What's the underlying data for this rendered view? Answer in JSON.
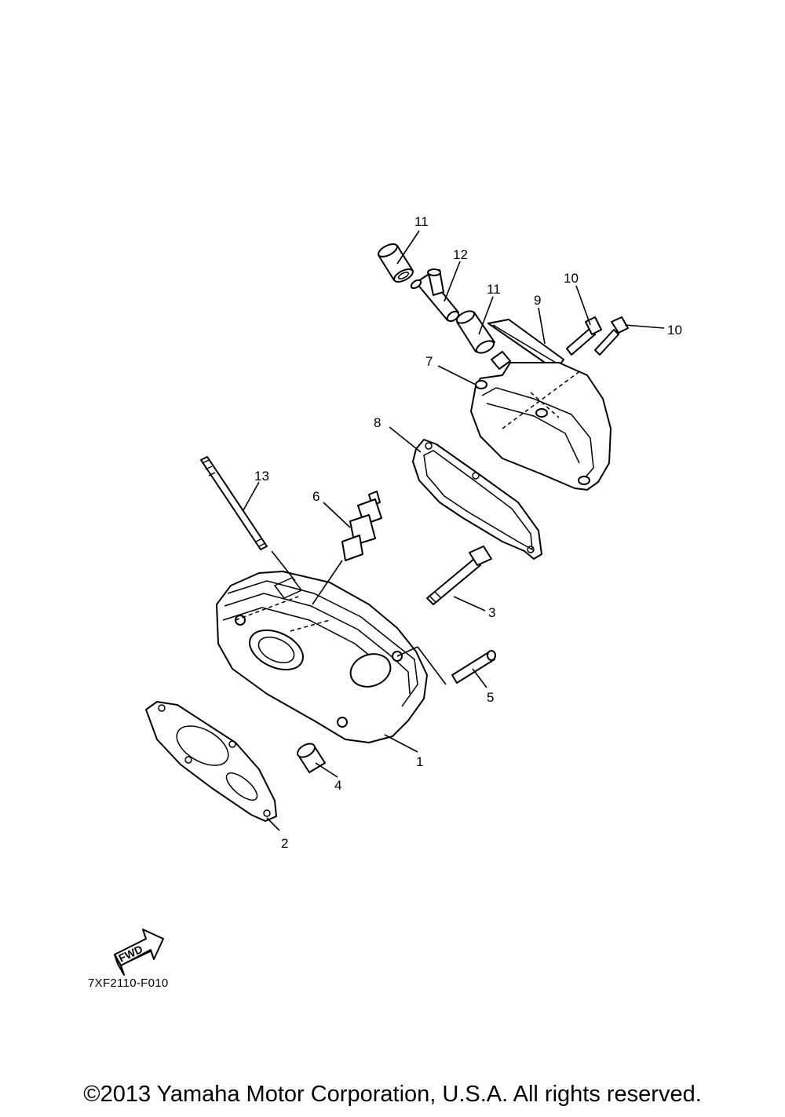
{
  "diagram": {
    "callouts": [
      {
        "id": "1",
        "label": "1"
      },
      {
        "id": "2",
        "label": "2"
      },
      {
        "id": "3",
        "label": "3"
      },
      {
        "id": "4",
        "label": "4"
      },
      {
        "id": "5",
        "label": "5"
      },
      {
        "id": "6",
        "label": "6"
      },
      {
        "id": "7",
        "label": "7"
      },
      {
        "id": "8",
        "label": "8"
      },
      {
        "id": "9",
        "label": "9"
      },
      {
        "id": "10a",
        "label": "10"
      },
      {
        "id": "10b",
        "label": "10"
      },
      {
        "id": "11a",
        "label": "11"
      },
      {
        "id": "11b",
        "label": "11"
      },
      {
        "id": "12",
        "label": "12"
      },
      {
        "id": "13",
        "label": "13"
      }
    ],
    "fwd_label": "FWD",
    "code": "7XF2110-F010"
  },
  "footer": {
    "copyright": "©2013 Yamaha Motor Corporation, U.S.A. All rights reserved."
  }
}
